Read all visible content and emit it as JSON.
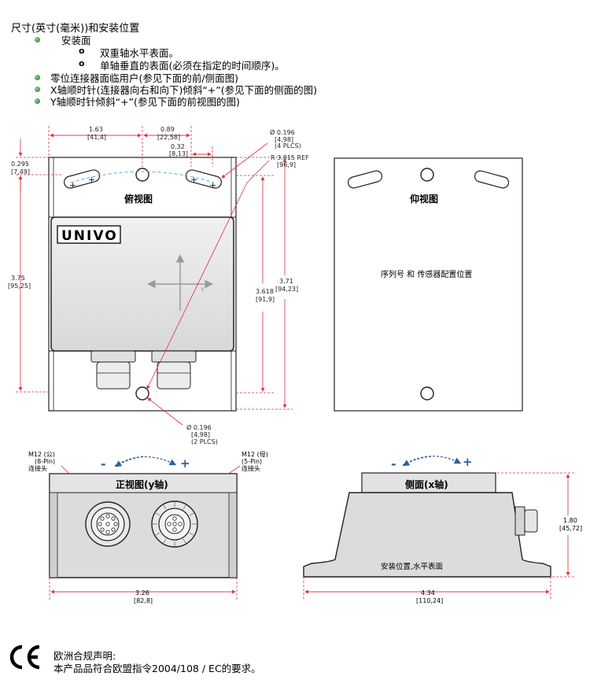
{
  "header": {
    "title": "尺寸(英寸(毫米))和安装位置",
    "mount_surface": "安装面",
    "sub_items": [
      "双重轴水平表面。",
      "单轴垂直的表面(必须在指定的时间顺序)。"
    ],
    "bullet_items": [
      "零位连接器面临用户(参见下面的前/侧面图)",
      "X轴顺时针(连接器向右和向下)倾斜“+”(参见下面的侧面的图)",
      "Y轴顺时针倾斜“+”(参见下面的前视图的图)"
    ],
    "ring_marker": "o"
  },
  "views": {
    "top": "俯视图",
    "bottom": "仰视图",
    "front": "正视图(y轴)",
    "side": "侧面(x轴)"
  },
  "brand": "UNIVO",
  "serial_label": "序列号 和 传感器配置位置",
  "mount_position_label": "安装位置,水平表面",
  "axis_y_label": "Y",
  "dimensions": {
    "d163": [
      "1.63",
      "[41,4]"
    ],
    "d089": [
      "0.89",
      "[22,58]"
    ],
    "d032": [
      "0.32",
      "[8,13]"
    ],
    "d0295": [
      "0.295",
      "[7,49]"
    ],
    "d375": [
      "3.75",
      "[95,25]"
    ],
    "d371": [
      "3.71",
      "[94,23]"
    ],
    "d3618": [
      "3.618",
      "[91,9]"
    ],
    "hole4": [
      "Ø  0.196",
      "[4,98]",
      "(4 PLCS)"
    ],
    "radius": [
      "R  3.815 REF",
      "[96,9]"
    ],
    "hole2": [
      "Ø  0.196",
      "[4,98]",
      "(2 PLCS)"
    ],
    "d326": [
      "3.26",
      "[82,8]"
    ],
    "d434": [
      "4.34",
      "[110,24]"
    ],
    "d180": [
      "1.80",
      "[45,72]"
    ]
  },
  "connectors": {
    "left": [
      "M12 (公)",
      "(8-Pin)",
      "连接头"
    ],
    "right": [
      "M12 (母)",
      "(5-Pin)",
      "连接头"
    ]
  },
  "tilt": {
    "minus": "-",
    "plus": "+"
  },
  "compliance": {
    "mark": "CE",
    "title": "欧洲合规声明:",
    "text": "本产品品符合欧盟指令2004/108 / EC的要求。"
  },
  "colors": {
    "dimension_line": "#e0303c",
    "dashed_arc": "#5aa7de",
    "tilt_arrow": "#2f5f9e",
    "bullet": "#2e8b2e",
    "body_outline": "#222222"
  },
  "icons": [
    "bullet-icon",
    "ce-mark-icon",
    "tilt-arrow-icon",
    "crosshair-arrow-icon"
  ]
}
